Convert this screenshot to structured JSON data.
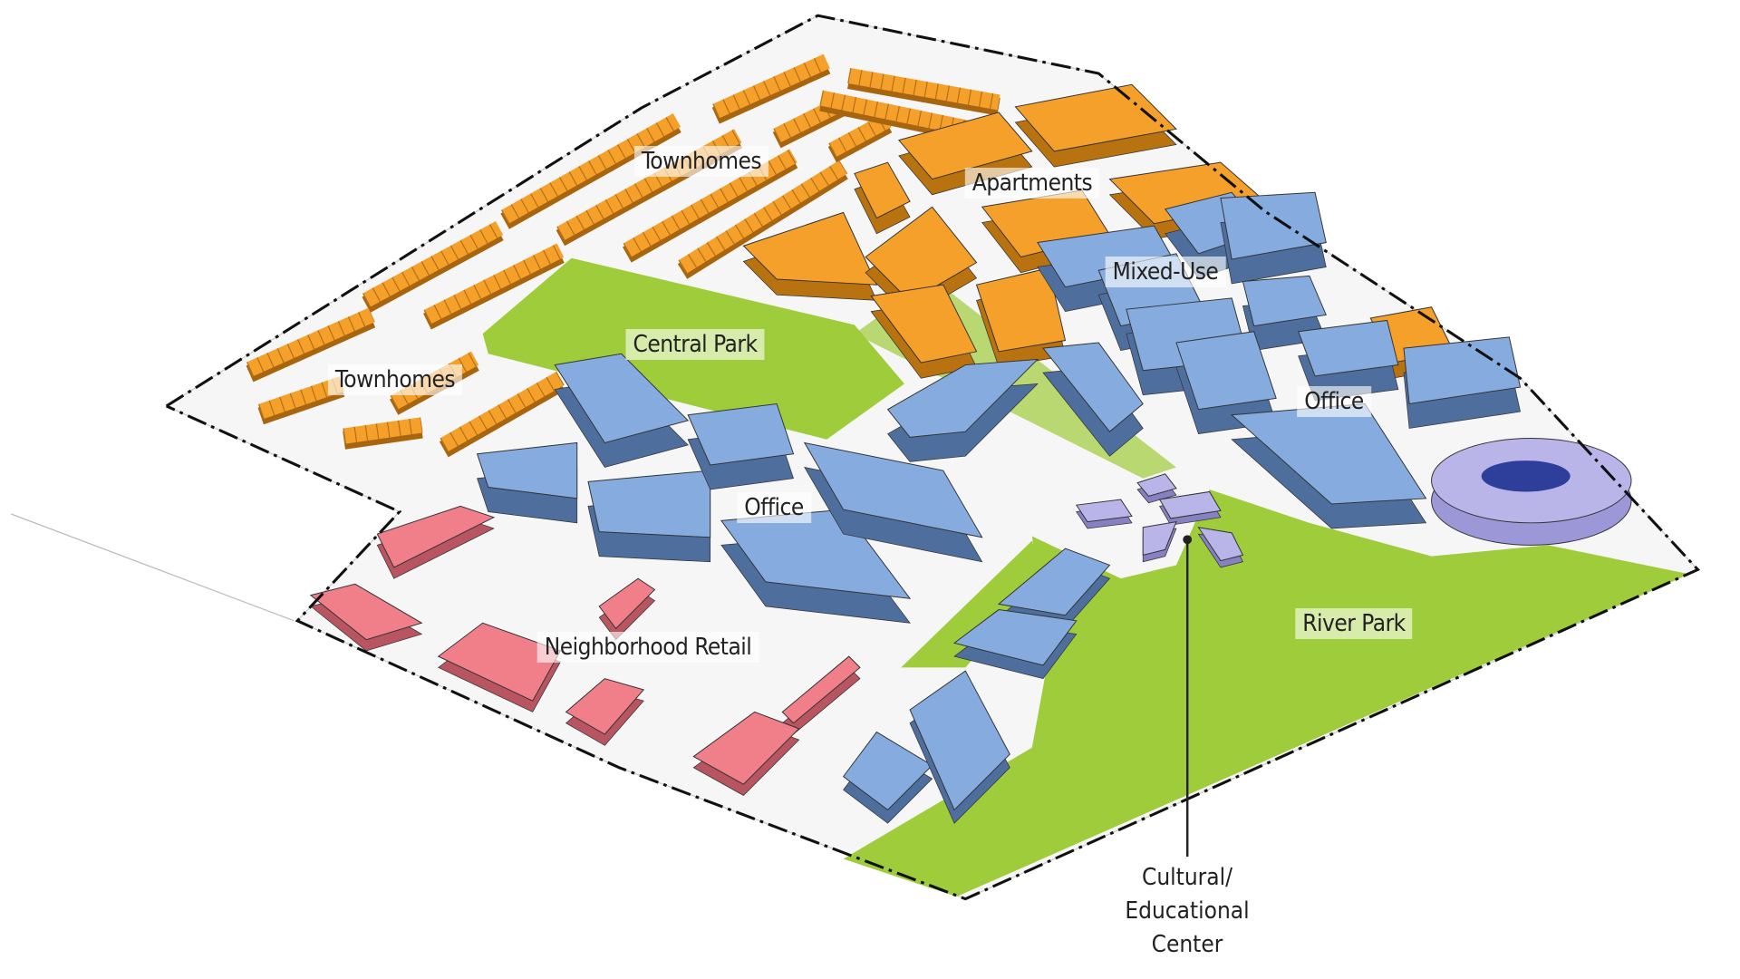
{
  "title": "Master Plan Land Use Diagram",
  "labels": {
    "townhomes_north": "Townhomes",
    "townhomes_west": "Townhomes",
    "apartments": "Apartments",
    "mixed_use": "Mixed-Use",
    "central_park": "Central Park",
    "office_east": "Office",
    "office_west": "Office",
    "neighborhood_retail": "Neighborhood Retail",
    "river_park": "River Park",
    "cultural_line1": "Cultural/",
    "cultural_line2": "Educational",
    "cultural_line3": "Center"
  },
  "colors": {
    "residential": "#f5a02a",
    "office": "#86acdf",
    "retail": "#f07f8a",
    "cultural": "#b9b5e8",
    "park": "#9fcc3b",
    "ground": "#f6f6f6"
  }
}
